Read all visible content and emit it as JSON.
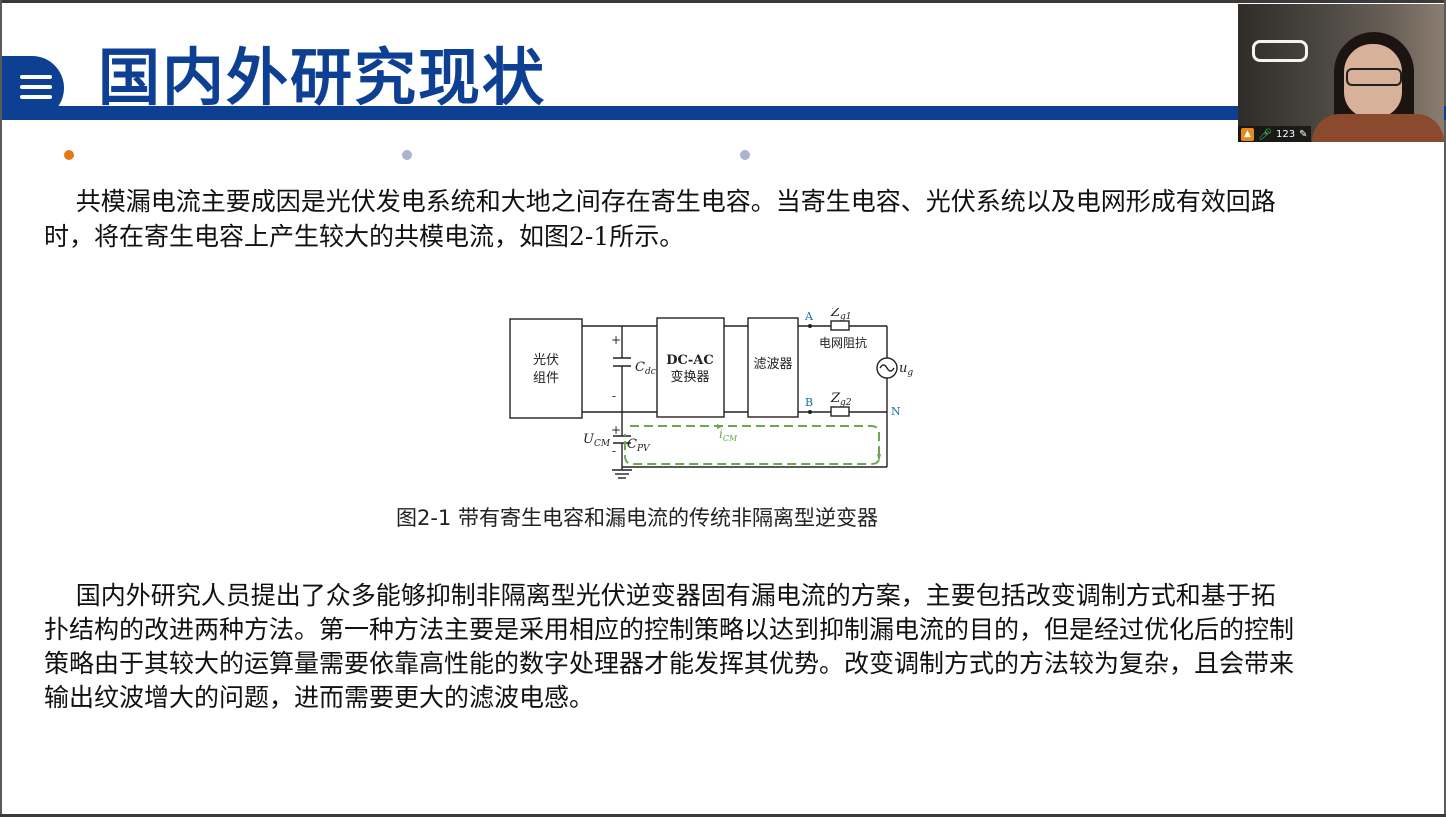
{
  "slide": {
    "title": "国内外研究现状",
    "paragraph1": [
      "    共模漏电流主要成因是光伏发电系统和大地之间存在寄生电容。当寄生电容、光伏系统以及电网形成有效回路",
      "时，将在寄生电容上产生较大的共模电流，如图2-1所示。"
    ],
    "paragraph2": [
      "    国内外研究人员提出了众多能够抑制非隔离型光伏逆变器固有漏电流的方案，主要包括改变调制方式和基于拓",
      "扑结构的改进两种方法。第一种方法主要是采用相应的控制策略以达到抑制漏电流的目的，但是经过优化后的控制",
      "策略由于其较大的运算量需要依靠高性能的数字处理器才能发挥其优势。改变调制方式的方法较为复杂，且会带来",
      "输出纹波增大的问题，进而需要更大的滤波电感。"
    ],
    "caption": "图2-1 带有寄生电容和漏电流的传统非隔离型逆变器",
    "colors": {
      "accent": "#0d3f93",
      "active_dot": "#e07a15",
      "inactive_dot": "#aab4cc"
    }
  },
  "figure": {
    "pv_block_line1": "光伏",
    "pv_block_line2": "组件",
    "converter_line1": "DC-AC",
    "converter_line2": "变换器",
    "filter": "滤波器",
    "grid_impedance": "电网阻抗",
    "node_a": "A",
    "node_b": "B",
    "node_n": "N",
    "cap_dc": "C",
    "cap_dc_sub": "dc",
    "zg1": "Z",
    "zg1_sub": "g1",
    "zg2": "Z",
    "zg2_sub": "g2",
    "ug": "u",
    "ug_sub": "g",
    "ucm": "U",
    "ucm_sub": "CM",
    "cpv": "C",
    "cpv_sub": "PV",
    "icm": "i",
    "icm_sub": "CM",
    "plus": "+",
    "minus": "-"
  },
  "video_tile": {
    "participant_id": "123",
    "icons": [
      "person-icon",
      "mic-icon",
      "edit-icon"
    ]
  }
}
